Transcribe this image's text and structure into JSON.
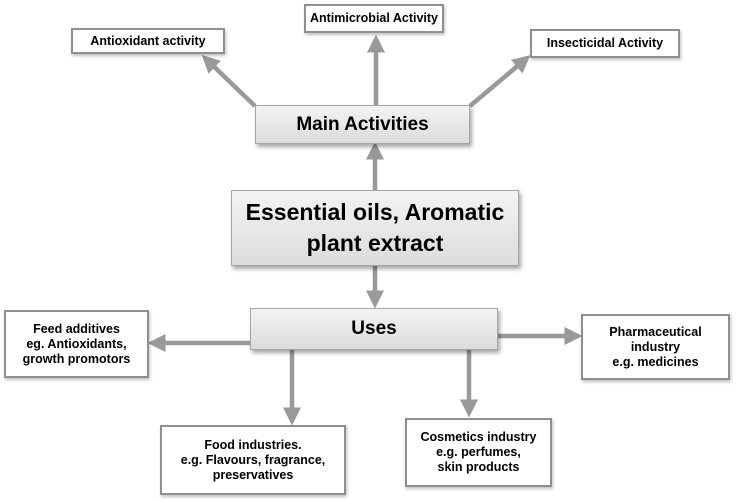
{
  "colors": {
    "arrow": "#999999",
    "leaf_border": "#8f8f8f",
    "hub_fill_top": "#f3f3f3",
    "hub_fill_bottom": "#dcdcdc"
  },
  "center": {
    "label": "Essential oils, Aromatic\nplant extract"
  },
  "main_activities": {
    "label": "Main Activities",
    "items": [
      "Antioxidant activity",
      "Antimicrobial Activity",
      "Insecticidal Activity"
    ]
  },
  "uses": {
    "label": "Uses",
    "items": [
      "Feed additives\neg. Antioxidants,\ngrowth promotors",
      "Pharmaceutical\nindustry\ne.g. medicines",
      "Food industries.\ne.g. Flavours, fragrance,\npreservatives",
      "Cosmetics industry\ne.g. perfumes,\nskin products"
    ]
  }
}
